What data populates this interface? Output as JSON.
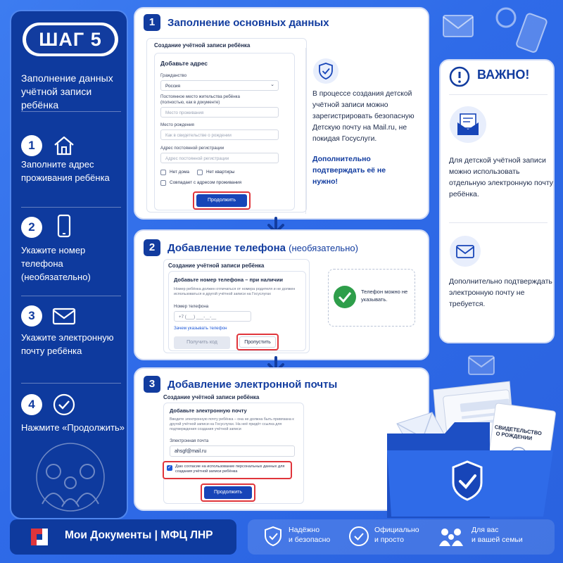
{
  "left": {
    "step_badge": "ШАГ 5",
    "title": "Заполнение данных учётной записи ребёнка",
    "steps": [
      {
        "num": "1",
        "text": "Заполните адрес проживания ребёнка",
        "icon": "home-icon"
      },
      {
        "num": "2",
        "text": "Укажите номер телефона (необязательно)",
        "icon": "phone-icon"
      },
      {
        "num": "3",
        "text": "Укажите электронную почту ребёнка",
        "icon": "envelope-icon"
      },
      {
        "num": "4",
        "text": "Нажмите «Продолжить»",
        "icon": "check-circle-icon"
      }
    ]
  },
  "card1": {
    "num": "1",
    "title": "Заполнение основных данных",
    "form_title": "Создание учётной записи ребёнка",
    "section_title": "Добавьте адрес",
    "citizenship_label": "Гражданство",
    "citizenship_value": "Россия",
    "residence_label": "Постоянное место жительства ребёнка (полностью, как в документе)",
    "residence_placeholder": "Место проживания",
    "birthplace_label": "Место рождения",
    "birthplace_placeholder": "Как в свидетельстве о рождении",
    "registration_label": "Адрес постоянной регистрации",
    "registration_placeholder": "Адрес постоянной регистрации",
    "no_house": "Нет дома",
    "no_flat": "Нет квартиры",
    "same_as_residence": "Совпадает с адресом проживания",
    "continue_button": "Продолжить",
    "info_text": "В процессе создания детской учётной записи можно зарегистрировать безопасную Детскую почту на Mail.ru, не покидая Госуслуги.",
    "info_bold": "Дополнительно подтверждать её не нужно!"
  },
  "card2": {
    "num": "2",
    "title": "Добавление телефона",
    "title_suffix": "(необязательно)",
    "form_title": "Создание учётной записи ребёнка",
    "section_title": "Добавьте номер телефона – при наличии",
    "hint": "Номер ребёнка должен отличаться от номера родителя и не должен использоваться в другой учётной записи на Госуслугах",
    "phone_label": "Номер телефона",
    "phone_placeholder": "+7 (___) ___-__-__",
    "why_link": "Зачем указывать телефон",
    "get_code_button": "Получить код",
    "skip_button": "Пропустить",
    "status_text": "Телефон можно не указывать."
  },
  "card3": {
    "num": "3",
    "title": "Добавление электронной почты",
    "form_title": "Создание учётной записи ребёнка",
    "section_title": "Добавьте электронную почту",
    "hint": "Введите электронную почту ребёнка – она не должна быть привязана к другой учётной записи на Госуслугах. На неё придёт ссылка для подтверждения создания учётной записи",
    "email_label": "Электронная почта",
    "email_value": "ahsgf@mail.ru",
    "consent_text": "Даю согласие на использование персональных данных для создания учётной записи ребёнка",
    "continue_button": "Продолжить"
  },
  "right": {
    "title": "ВАЖНО!",
    "text1": "Для детской учётной записи можно использовать отдельную электронную почту ребёнка.",
    "text2": "Дополнительно подтверждать электронную почту не требуется."
  },
  "illustration": {
    "certificate_title": "СВИДЕТЕЛЬСТВО О РОЖДЕНИИ"
  },
  "bottom": {
    "brand": "Мои Документы | МФЦ ЛНР",
    "features": [
      {
        "line1": "Надёжно",
        "line2": "и безопасно",
        "icon": "shield-check-icon"
      },
      {
        "line1": "Официально",
        "line2": "и просто",
        "icon": "check-circle-icon"
      },
      {
        "line1": "Для вас",
        "line2": "и вашей семьи",
        "icon": "family-icon"
      }
    ]
  },
  "colors": {
    "brand_blue": "#123c9f",
    "accent_blue": "#1745b8",
    "background": "#2f6be8",
    "highlight_red": "#e0353b",
    "success_green": "#2e9e4a"
  }
}
